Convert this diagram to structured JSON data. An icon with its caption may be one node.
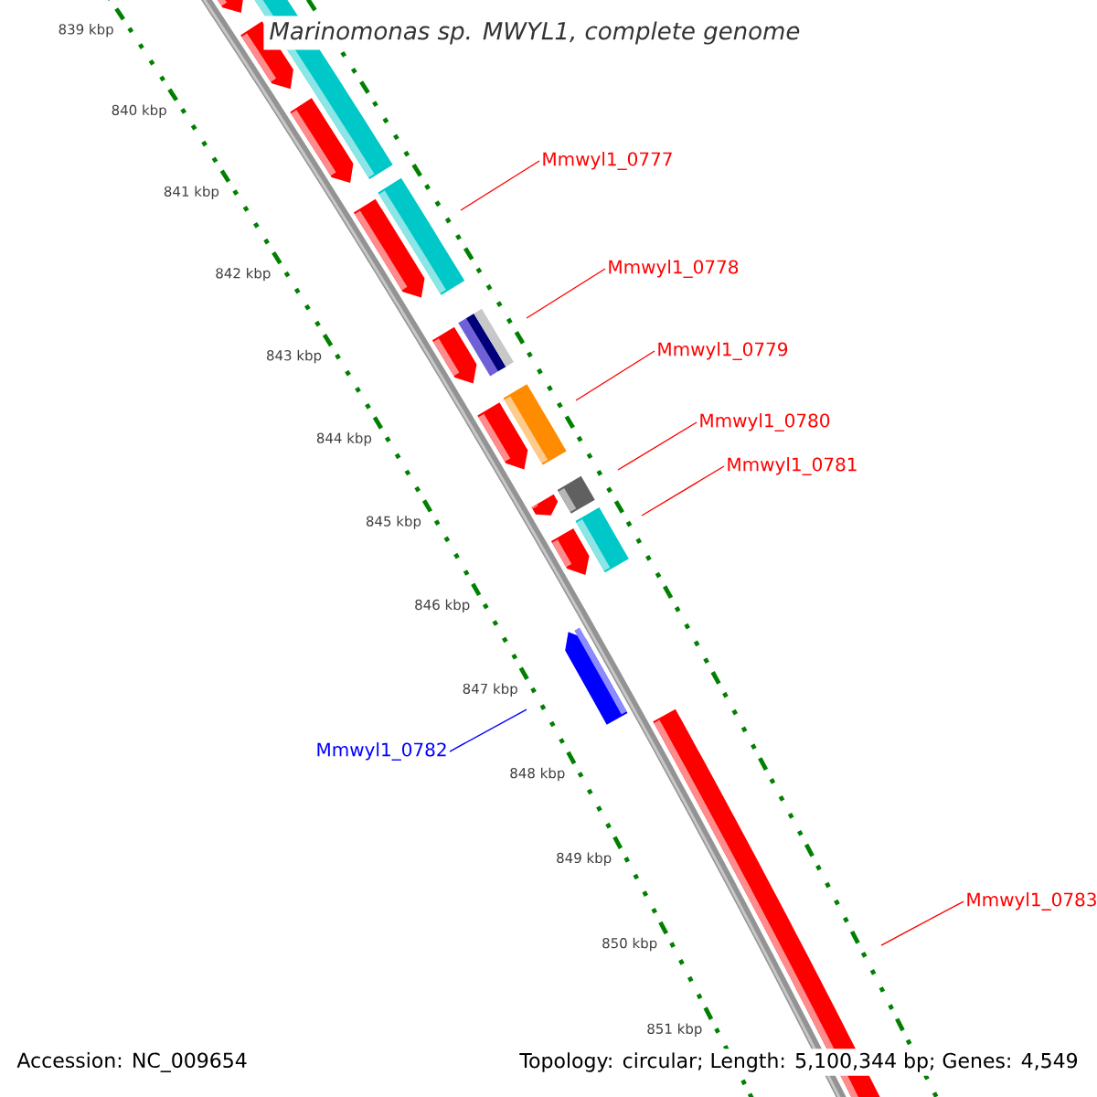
{
  "diagram": {
    "title": "Marinomonas sp. MWYL1, complete genome",
    "nodes": [
      {
        "text": [
          "Mmwyl1_0777"
        ]
      },
      {
        "text": [
          "Mmwyl1_0778"
        ]
      },
      {
        "text": [
          "Mmwyl1_0779"
        ]
      },
      {
        "text": [
          "Mmwyl1_0780"
        ]
      },
      {
        "text": [
          "Mmwyl1_0781"
        ]
      },
      {
        "text": [
          "Mmwyl1_0782"
        ]
      },
      {
        "text": [
          "Mmwyl1_0783"
        ]
      }
    ],
    "edges": [
      {
        "from": 0,
        "to": null,
        "arrow": "none"
      },
      {
        "from": 1,
        "to": null,
        "arrow": "none"
      },
      {
        "from": 2,
        "to": null,
        "arrow": "none"
      },
      {
        "from": 3,
        "to": null,
        "arrow": "none"
      },
      {
        "from": 4,
        "to": null,
        "arrow": "none"
      },
      {
        "from": 5,
        "to": null,
        "arrow": "none",
        "color": "#0000ff"
      },
      {
        "from": 6,
        "to": null,
        "arrow": "none"
      }
    ],
    "labels": [
      "839 kbp",
      "840 kbp",
      "841 kbp",
      "842 kbp",
      "843 kbp",
      "844 kbp",
      "845 kbp",
      "846 kbp",
      "847 kbp",
      "848 kbp",
      "849 kbp",
      "850 kbp",
      "851 kbp",
      "Accession: NC_009654",
      "Topology: circular; Length: 5,100,344 bp; Genes: 4,549"
    ]
  }
}
